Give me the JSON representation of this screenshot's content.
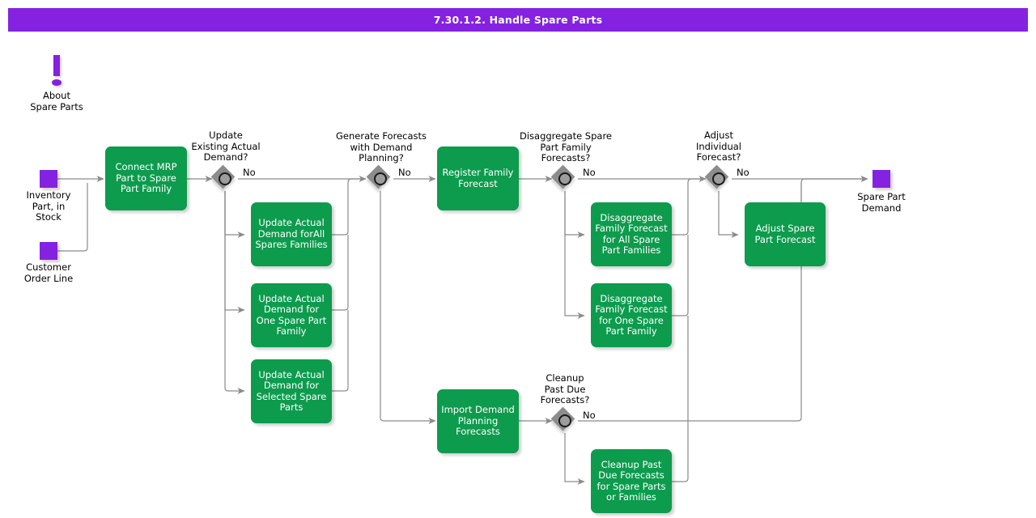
{
  "header": {
    "title": "7.30.1.2. Handle Spare Parts",
    "bar_color": "#8422e0",
    "text_color": "#ffffff"
  },
  "colors": {
    "task_green": "#0d9b4d",
    "data_purple": "#8422e0",
    "gateway_gray": "#8c8c8c",
    "connector_gray": "#808080"
  },
  "annotation": {
    "icon": "exclamation-mark-icon",
    "label": "About\nSpare Parts"
  },
  "inputs": [
    {
      "name": "inventory-part-in-stock",
      "label": "Inventory\nPart, in\nStock"
    },
    {
      "name": "customer-order-line",
      "label": "Customer\nOrder Line"
    }
  ],
  "outputs": [
    {
      "name": "spare-part-demand",
      "label": "Spare Part\nDemand"
    }
  ],
  "tasks": [
    {
      "id": "connect-mrp-part",
      "label": "Connect MRP\nPart to Spare\nPart Family"
    },
    {
      "id": "update-actual-demand-all",
      "label": "Update Actual\nDemand forAll\nSpares Families"
    },
    {
      "id": "update-actual-demand-one",
      "label": "Update Actual\nDemand for One\nSpare Part\nFamily"
    },
    {
      "id": "update-actual-demand-selected",
      "label": "Update Actual\nDemand for\nSelected Spare\nParts"
    },
    {
      "id": "register-family-forecast",
      "label": "Register Family\nForecast"
    },
    {
      "id": "import-demand-planning",
      "label": "Import Demand\nPlanning\nForecasts"
    },
    {
      "id": "disaggregate-all",
      "label": "Disaggregate\nFamily Forecast\nfor All Spare\nPart Families"
    },
    {
      "id": "disaggregate-one",
      "label": "Disaggregate\nFamily Forecast\nfor One Spare\nPart Family"
    },
    {
      "id": "cleanup-past-due",
      "label": "Cleanup Past\nDue Forecasts\nfor Spare Parts\nor Families"
    },
    {
      "id": "adjust-spare-part-forecast",
      "label": "Adjust Spare\nPart Forecast"
    }
  ],
  "gateways": [
    {
      "id": "update-existing-actual-demand",
      "question": "Update\nExisting Actual\nDemand?",
      "branch_label": "No"
    },
    {
      "id": "generate-forecasts",
      "question": "Generate Forecasts\nwith Demand\nPlanning?",
      "branch_label": "No"
    },
    {
      "id": "disaggregate-forecasts",
      "question": "Disaggregate Spare\nPart Family\nForecasts?",
      "branch_label": "No"
    },
    {
      "id": "adjust-individual-forecast",
      "question": "Adjust\nIndividual\nForecast?",
      "branch_label": "No"
    },
    {
      "id": "cleanup-past-due-forecasts",
      "question": "Cleanup\nPast Due\nForecasts?",
      "branch_label": "No"
    }
  ]
}
